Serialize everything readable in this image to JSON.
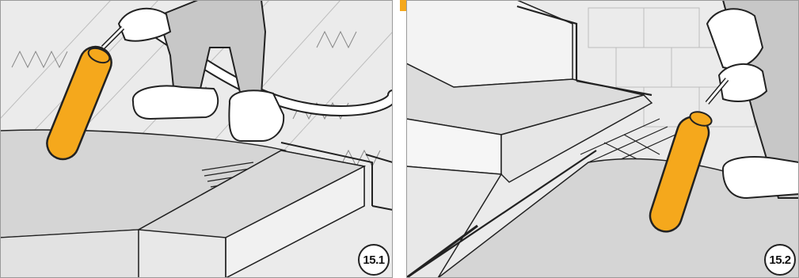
{
  "panels": [
    {
      "label": "15.1"
    },
    {
      "label": "15.2"
    }
  ],
  "colors": {
    "tool": "#f5a81c",
    "surface": "#e6e6e6",
    "floor": "#dcdcdc",
    "outline": "#222222",
    "accent": "#f5a81c"
  },
  "icons": [
    "worker-figure",
    "hose",
    "spray-applicator",
    "step-block",
    "reinforcement-mesh"
  ]
}
